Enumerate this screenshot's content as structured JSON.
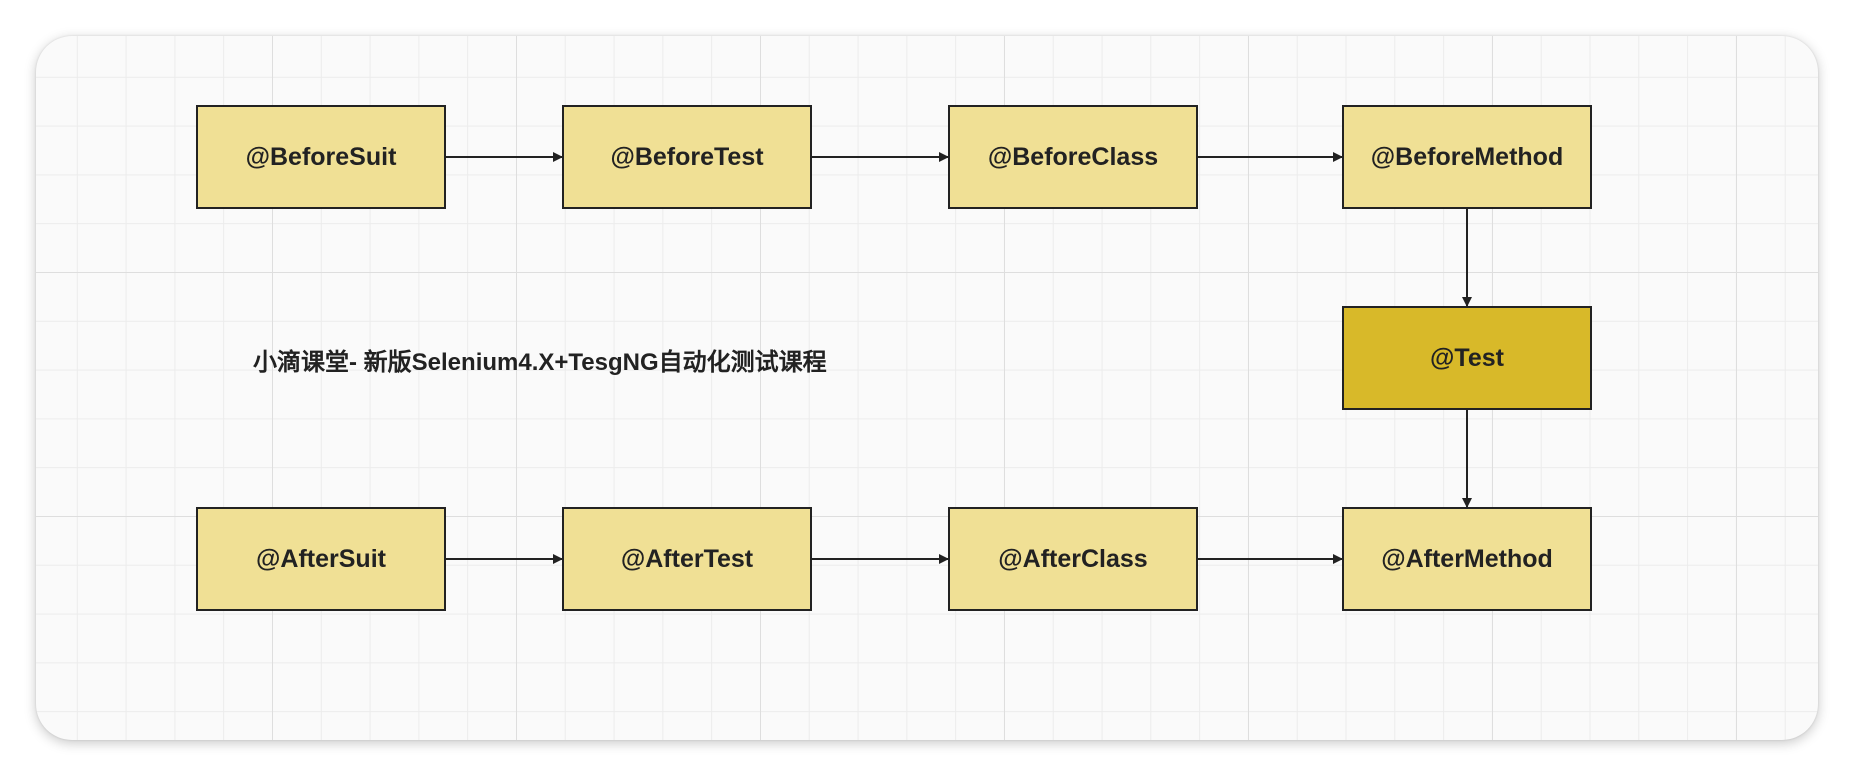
{
  "diagram": {
    "caption": "小滴课堂- 新版Selenium4.X+TesgNG自动化测试课程",
    "nodes": {
      "before_suit": "@BeforeSuit",
      "before_test": "@BeforeTest",
      "before_class": "@BeforeClass",
      "before_method": "@BeforeMethod",
      "test": "@Test",
      "after_method": "@AfterMethod",
      "after_suit": "@AfterSuit",
      "after_test": "@AfterTest",
      "after_class": "@AfterClass"
    },
    "edges": [
      [
        "before_suit",
        "before_test"
      ],
      [
        "before_test",
        "before_class"
      ],
      [
        "before_class",
        "before_method"
      ],
      [
        "before_method",
        "test"
      ],
      [
        "test",
        "after_method"
      ],
      [
        "after_suit",
        "after_test"
      ],
      [
        "after_test",
        "after_class"
      ],
      [
        "after_class",
        "after_method"
      ]
    ],
    "colors": {
      "node_fill": "#f0e095",
      "highlight_fill": "#d8b929",
      "stroke": "#222222"
    }
  }
}
